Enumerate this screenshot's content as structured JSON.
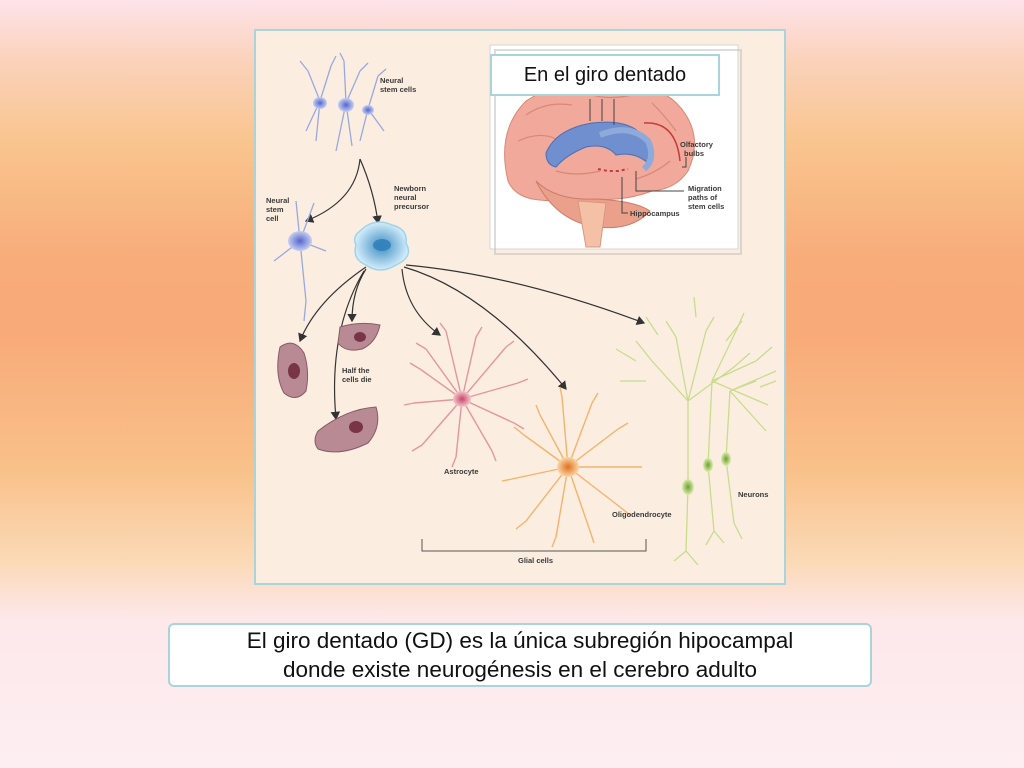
{
  "figure": {
    "inset_title": "En el giro dentado",
    "labels": {
      "neural_stem_cells": [
        "Neural",
        "stem cells"
      ],
      "neural_stem_cell": [
        "Neural",
        "stem",
        "cell"
      ],
      "newborn_precursor": [
        "Newborn",
        "neural",
        "precursor"
      ],
      "olfactory_bulbs": [
        "Olfactory",
        "bulbs"
      ],
      "migration_paths": [
        "Migration",
        "paths of",
        "stem cells"
      ],
      "hippocampus": "Hippocampus",
      "half_cells_die": [
        "Half the",
        "cells die"
      ],
      "astrocyte": "Astrocyte",
      "oligodendrocyte": "Oligodendrocyte",
      "neurons": "Neurons",
      "glial_cells": "Glial cells"
    },
    "colors": {
      "stem_cell": "#9aa8e0",
      "precursor": "#9fd3ec",
      "dying_cell": "#a06a78",
      "astrocyte": "#e5959e",
      "oligodendrocyte": "#f4b36c",
      "neuron": "#c8dc8c",
      "brain": "#f0a99a",
      "ventricle": "#6f8fcf"
    }
  },
  "caption": {
    "line1": "El giro dentado (GD) es la única subregión hipocampal",
    "line2": "donde existe neurogénesis en el cerebro adulto"
  }
}
